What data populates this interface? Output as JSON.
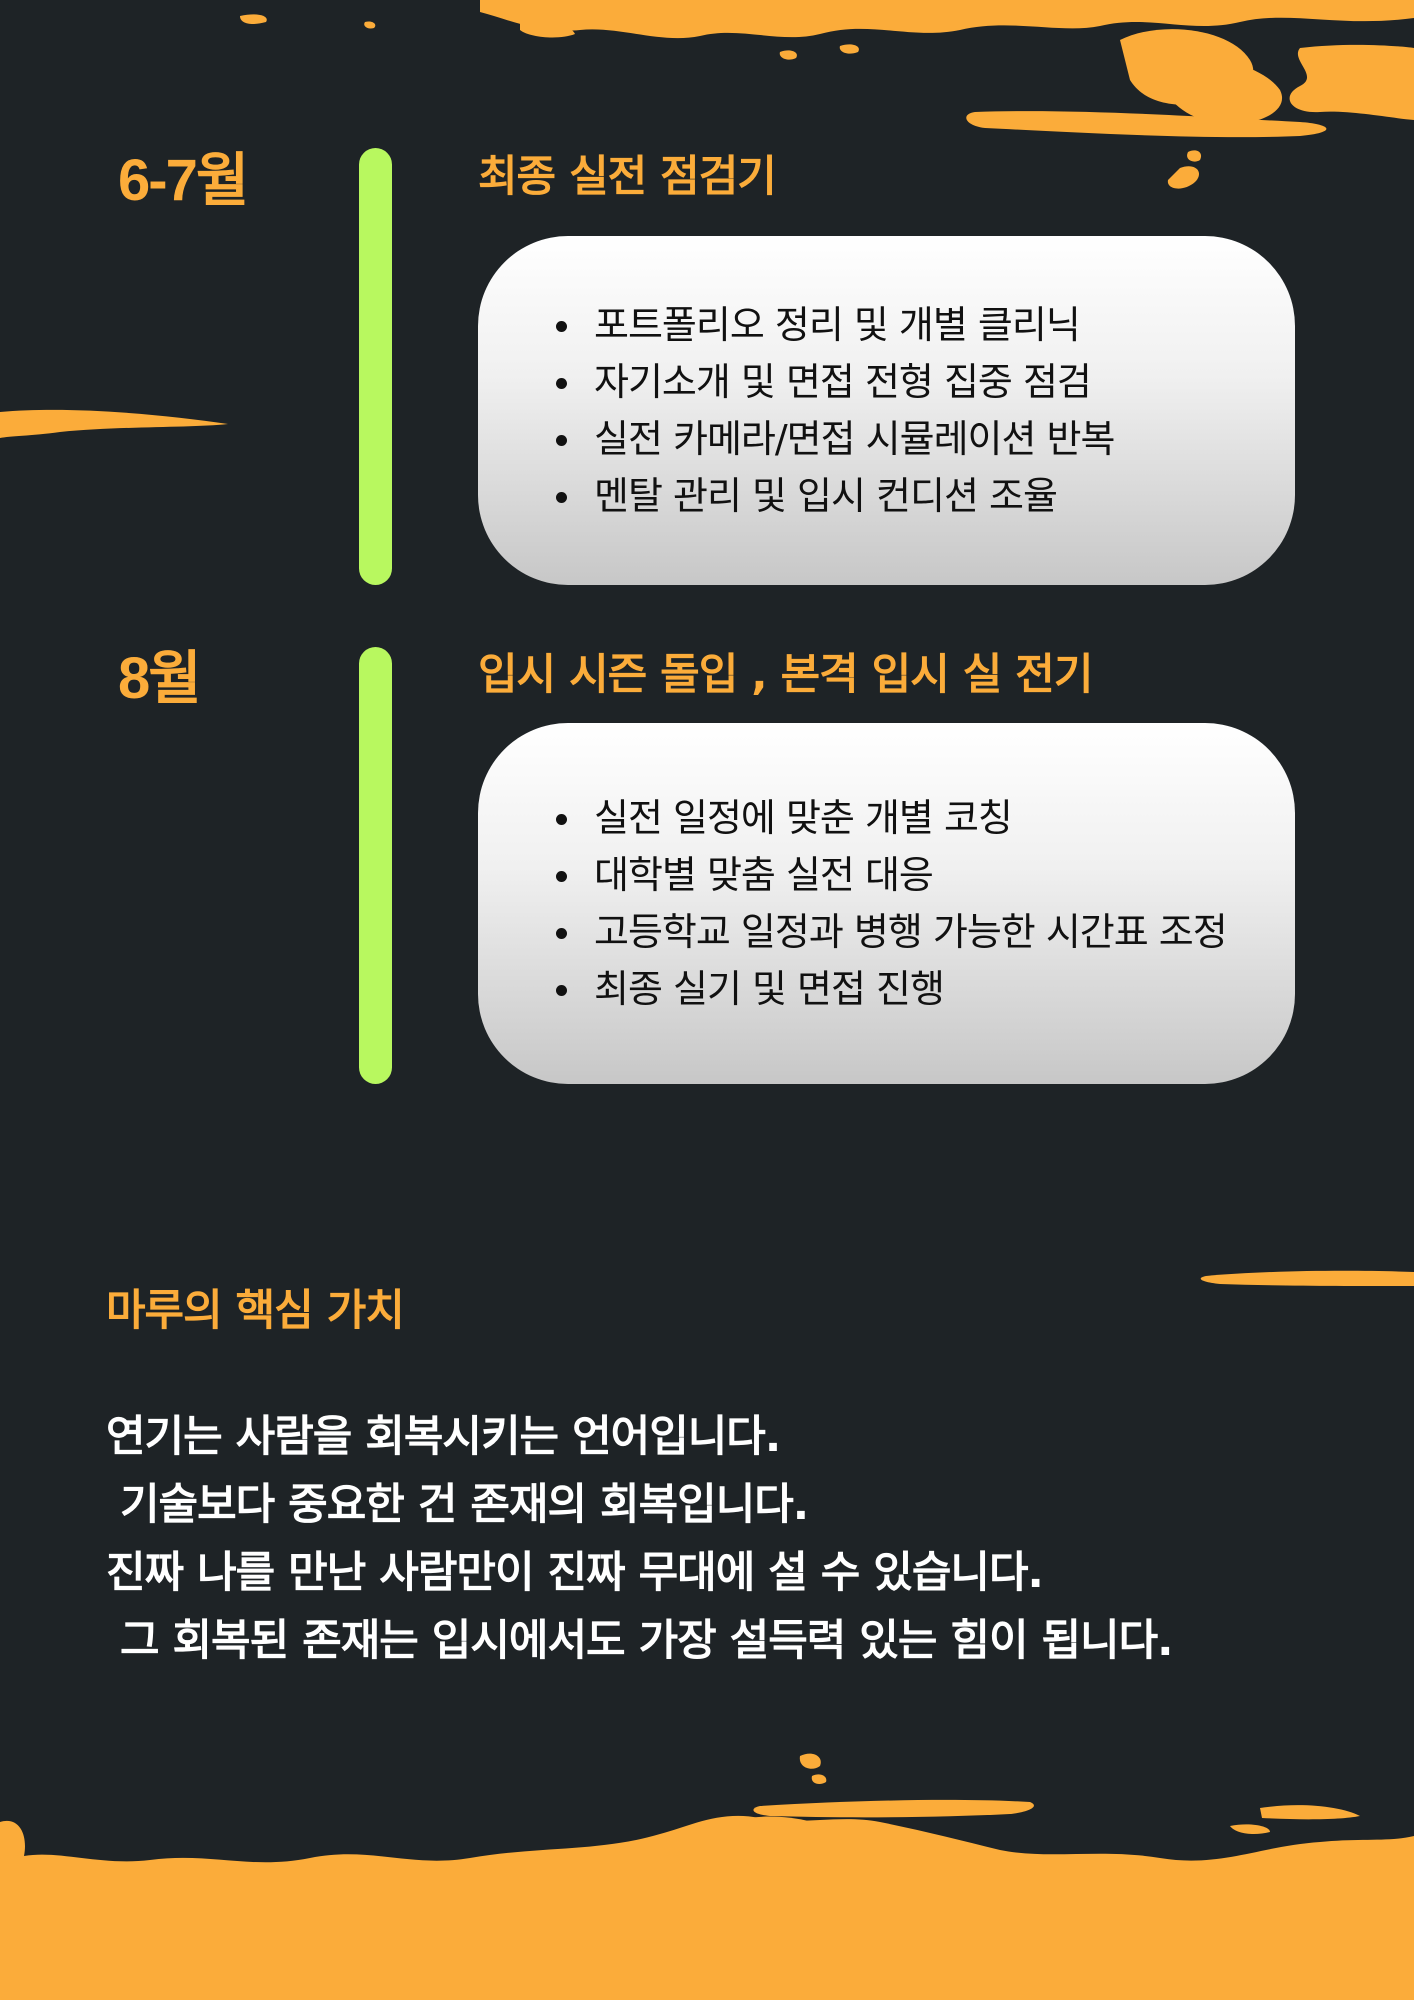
{
  "colors": {
    "background": "#1e2326",
    "accent_orange": "#fbac3a",
    "timeline_bar": "#b8f85f",
    "card_text": "#111111",
    "body_text": "#ffffff"
  },
  "timeline": [
    {
      "month": "6-7월",
      "title": "최종 실전 점검기",
      "items": [
        "포트폴리오 정리 및 개별 클리닉",
        "자기소개 및 면접 전형 집중 점검",
        "실전 카메라/면접 시뮬레이션 반복",
        "멘탈 관리 및 입시 컨디션 조율"
      ]
    },
    {
      "month": "8월",
      "title": "입시 시즌 돌입 , 본격  입시  실 전기",
      "items": [
        "실전 일정에 맞춘 개별 코칭",
        "대학별 맞춤 실전 대응",
        "고등학교 일정과 병행 가능한 시간표 조정",
        "최종 실기 및 면접 진행"
      ]
    }
  ],
  "core_values": {
    "title": "마루의 핵심 가치",
    "lines": [
      "연기는 사람을 회복시키는 언어입니다.",
      " 기술보다 중요한 건 존재의 회복입니다.",
      "진짜 나를 만난 사람만이 진짜 무대에 설 수 있습니다.",
      " 그 회복된 존재는 입시에서도 가장 설득력 있는 힘이 됩니다."
    ]
  }
}
